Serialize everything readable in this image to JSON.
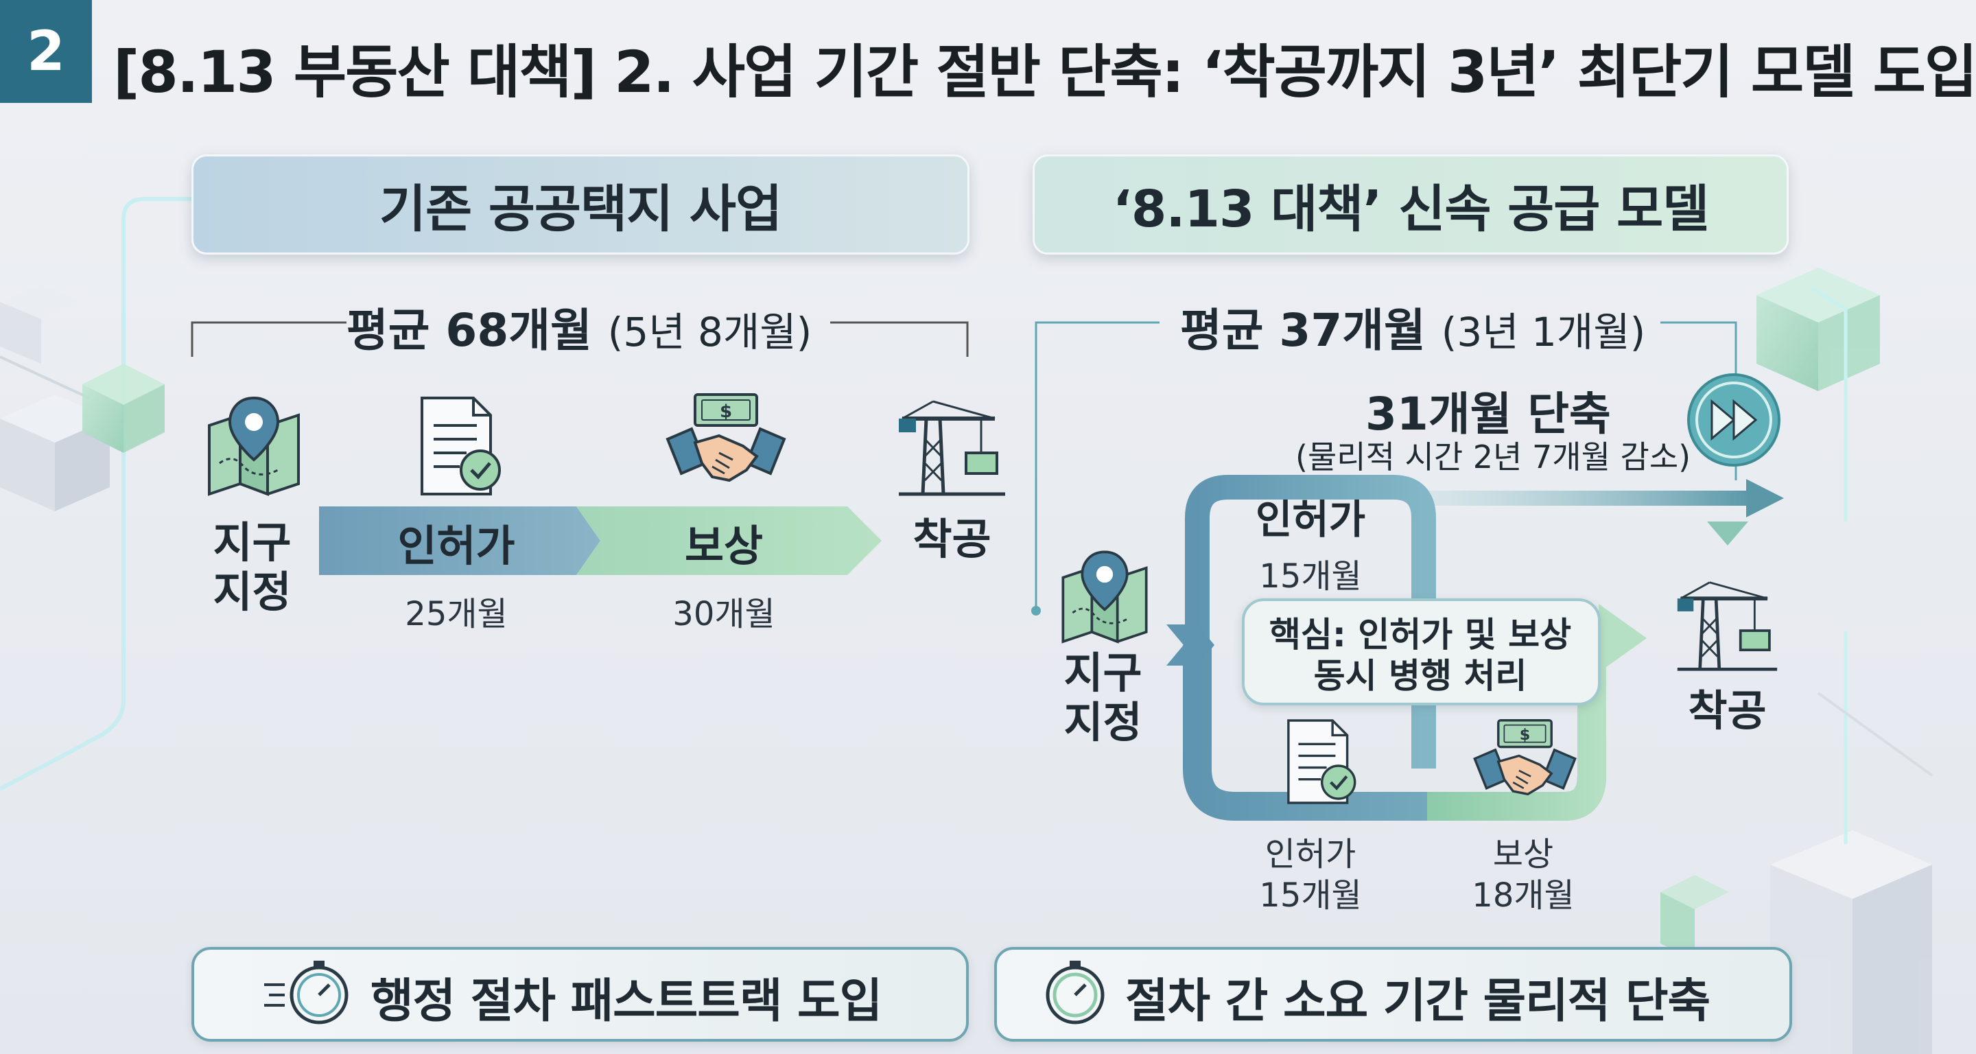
{
  "header": {
    "number": "2",
    "title": "[8.13 부동산 대책] 2. 사업 기간 절반 단축: ‘착공까지 3년’ 최단기 모델 도입"
  },
  "left": {
    "title": "기존 공공택지 사업",
    "average": "평균 68개월",
    "average_sub": "(5년 8개월)",
    "start_label": "지구\n지정",
    "start_line1": "지구",
    "start_line2": "지정",
    "step1_label": "인허가",
    "step1_duration": "25개월",
    "step2_label": "보상",
    "step2_duration": "30개월",
    "end_label": "착공",
    "banner": "행정 절차 패스트트랙 도입"
  },
  "right": {
    "title": "‘8.13 대책’ 신속 공급 모델",
    "average": "평균 37개월",
    "average_sub": "(3년 1개월)",
    "reduction": "31개월 단축",
    "reduction_sub": "(물리적 시간 2년 7개월 감소)",
    "start_line1": "지구",
    "start_line2": "지정",
    "upper_label": "인허가",
    "upper_duration": "15개월",
    "core_line1": "핵심: 인허가 및 보상",
    "core_line2": "동시 병행 처리",
    "lower_step1_label": "인허가",
    "lower_step1_duration": "15개월",
    "lower_step2_label": "보상",
    "lower_step2_duration": "18개월",
    "end_label": "착공",
    "banner": "절차 간 소요 기간 물리적 단축"
  },
  "colors": {
    "badge": "#2a6d84",
    "blue_flow": "#6f9db8",
    "green_flow": "#9fd0ac",
    "teal_line": "#5fa7b2"
  },
  "icons": [
    "map-pin-icon",
    "document-check-icon",
    "handshake-money-icon",
    "crane-icon",
    "fast-forward-icon",
    "stopwatch-icon"
  ]
}
